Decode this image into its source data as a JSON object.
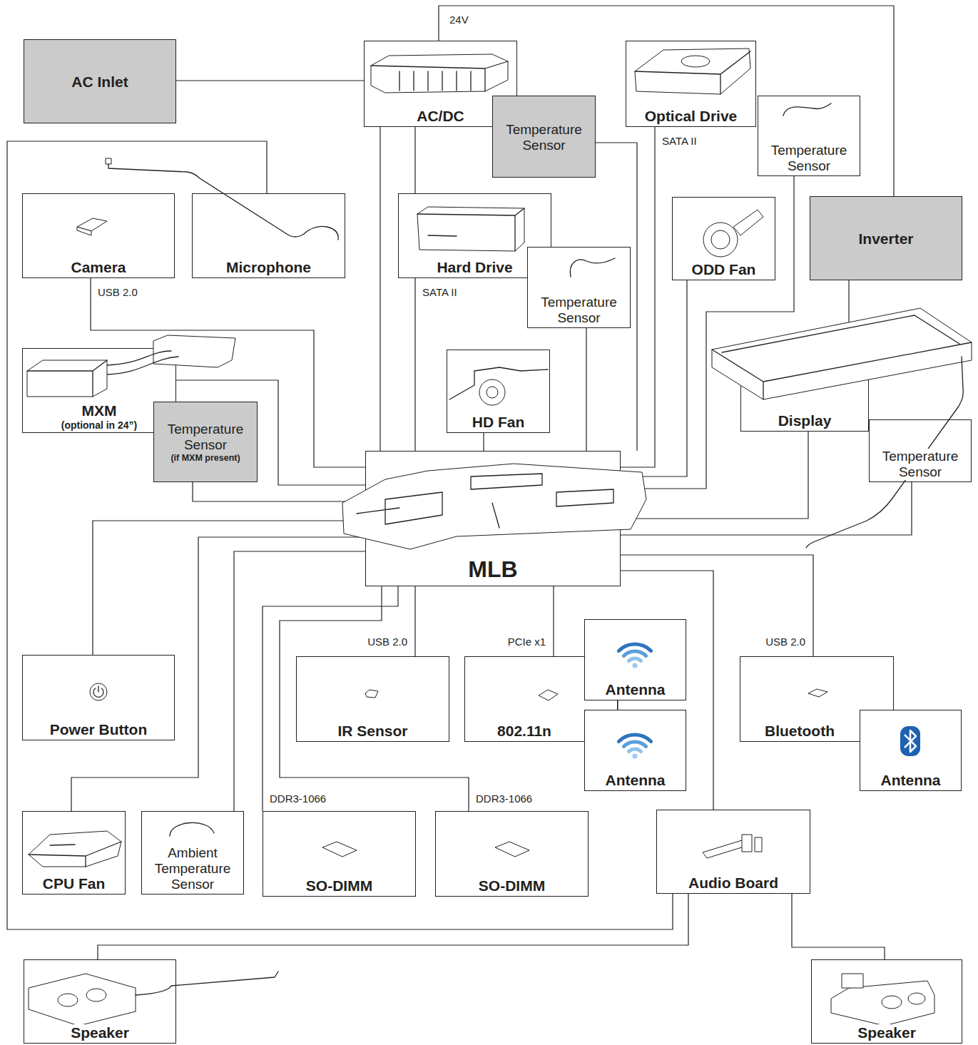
{
  "diagram": {
    "nodes": [
      {
        "text": [
          "AC Inlet"
        ]
      },
      {
        "text": [
          "AC/DC"
        ]
      },
      {
        "text": [
          "Temperature Sensor"
        ]
      },
      {
        "text": [
          "Optical Drive"
        ]
      },
      {
        "text": [
          "Temperature Sensor"
        ]
      },
      {
        "text": [
          "Camera"
        ]
      },
      {
        "text": [
          "Microphone"
        ]
      },
      {
        "text": [
          "Hard Drive"
        ]
      },
      {
        "text": [
          "Temperature Sensor"
        ]
      },
      {
        "text": [
          "ODD Fan"
        ]
      },
      {
        "text": [
          "Inverter"
        ]
      },
      {
        "text": [
          "MXM",
          "(optional in 24”)"
        ]
      },
      {
        "text": [
          "Temperature Sensor",
          "(if MXM present)"
        ]
      },
      {
        "text": [
          "HD Fan"
        ]
      },
      {
        "text": [
          "Display"
        ]
      },
      {
        "text": [
          "Temperature Sensor"
        ]
      },
      {
        "text": [
          "MLB"
        ]
      },
      {
        "text": [
          "Power Button"
        ]
      },
      {
        "text": [
          "IR Sensor"
        ]
      },
      {
        "text": [
          "802.11n"
        ]
      },
      {
        "text": [
          "Antenna"
        ]
      },
      {
        "text": [
          "Antenna"
        ]
      },
      {
        "text": [
          "Bluetooth"
        ]
      },
      {
        "text": [
          "Antenna"
        ]
      },
      {
        "text": [
          "CPU Fan"
        ]
      },
      {
        "text": [
          "Ambient Temperature Sensor"
        ]
      },
      {
        "text": [
          "SO-DIMM"
        ]
      },
      {
        "text": [
          "SO-DIMM"
        ]
      },
      {
        "text": [
          "Audio Board"
        ]
      },
      {
        "text": [
          "Speaker"
        ]
      },
      {
        "text": [
          "Speaker"
        ]
      }
    ],
    "edges": [
      {
        "from": 0,
        "to": 1,
        "arrow": "none"
      },
      {
        "from": 1,
        "to": 10,
        "label": "24V",
        "arrow": "none"
      },
      {
        "from": 1,
        "to": 16,
        "arrow": "none"
      },
      {
        "from": 1,
        "to": 7,
        "arrow": "none"
      },
      {
        "from": 7,
        "to": 16,
        "label": "SATA II",
        "arrow": "none"
      },
      {
        "from": 2,
        "to": 16,
        "arrow": "none"
      },
      {
        "from": 3,
        "to": 16,
        "label": "SATA II",
        "arrow": "none"
      },
      {
        "from": 4,
        "to": 16,
        "arrow": "none"
      },
      {
        "from": 9,
        "to": 16,
        "arrow": "none"
      },
      {
        "from": 10,
        "to": 14,
        "arrow": "none"
      },
      {
        "from": 14,
        "to": 16,
        "arrow": "none"
      },
      {
        "from": 15,
        "to": 16,
        "arrow": "none"
      },
      {
        "from": 8,
        "to": 16,
        "arrow": "none"
      },
      {
        "from": 13,
        "to": 16,
        "arrow": "none"
      },
      {
        "from": 5,
        "to": 16,
        "label": "USB 2.0",
        "arrow": "none"
      },
      {
        "from": 6,
        "to": 28,
        "arrow": "none"
      },
      {
        "from": 11,
        "to": 16,
        "arrow": "none"
      },
      {
        "from": 12,
        "to": 16,
        "arrow": "none"
      },
      {
        "from": 17,
        "to": 16,
        "arrow": "none"
      },
      {
        "from": 24,
        "to": 16,
        "arrow": "none"
      },
      {
        "from": 25,
        "to": 16,
        "arrow": "none"
      },
      {
        "from": 26,
        "to": 16,
        "label": "DDR3-1066",
        "arrow": "none"
      },
      {
        "from": 27,
        "to": 16,
        "label": "DDR3-1066",
        "arrow": "none"
      },
      {
        "from": 18,
        "to": 16,
        "label": "USB 2.0",
        "arrow": "none"
      },
      {
        "from": 19,
        "to": 16,
        "label": "PCIe x1",
        "arrow": "none"
      },
      {
        "from": 20,
        "to": 21,
        "arrow": "none"
      },
      {
        "from": 22,
        "to": 16,
        "label": "USB 2.0",
        "arrow": "none"
      },
      {
        "from": 28,
        "to": 16,
        "arrow": "none"
      },
      {
        "from": 28,
        "to": 29,
        "arrow": "none"
      },
      {
        "from": 28,
        "to": 30,
        "arrow": "none"
      }
    ]
  }
}
